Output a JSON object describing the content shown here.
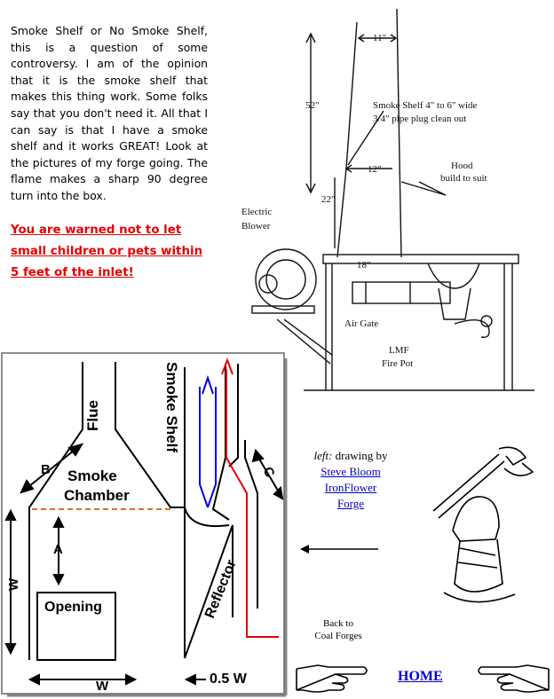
{
  "intro": {
    "paragraph": "Smoke Shelf or No Smoke Shelf, this is a question of some controversy. I am of the opinion that it is the smoke shelf that makes this thing work. Some folks say that you don't need it. All that I can say is that I have a smoke shelf and it works GREAT! Look at the pictures of my forge going. The flame makes a sharp 90 degree turn into the box.",
    "warning": "You are warned not to let small children or pets within 5 feet of the inlet!"
  },
  "forge_drawing": {
    "dim_width_top": "11\"",
    "dim_height": "52\"",
    "dim_hood": "12\"",
    "dim_lower": "22\"",
    "dim_table": "18\"",
    "label_shelf_line1": "Smoke Shelf 4\" to 6\" wide",
    "label_shelf_line2": "3/4\" pipe plug clean out",
    "label_hood_line1": "Hood",
    "label_hood_line2": "build to suit",
    "label_blower_line1": "Electric",
    "label_blower_line2": "Blower",
    "label_air_gate": "Air Gate",
    "label_pot_line1": "LMF",
    "label_pot_line2": "Fire Pot"
  },
  "diagram": {
    "flue": "Flue",
    "smoke_shelf": "Smoke Shelf",
    "smoke": "Smoke",
    "chamber": "Chamber",
    "label_a": "A",
    "label_b": "B",
    "label_c": "C",
    "label_w_side": "W",
    "label_w_bottom": "W",
    "opening": "Opening",
    "reflector": "Reflector",
    "half_w": "0.5 W",
    "colors": {
      "red": "#e60000",
      "blue": "#0000e6",
      "orange": "#e07020"
    }
  },
  "caption": {
    "left": "left:",
    "drawing_by": "drawing by",
    "author": "Steve Bloom",
    "forge_line1": "IronFlower",
    "forge_line2": "Forge"
  },
  "nav": {
    "back_line1": "Back to",
    "back_line2": "Coal Forges",
    "home": "HOME"
  }
}
